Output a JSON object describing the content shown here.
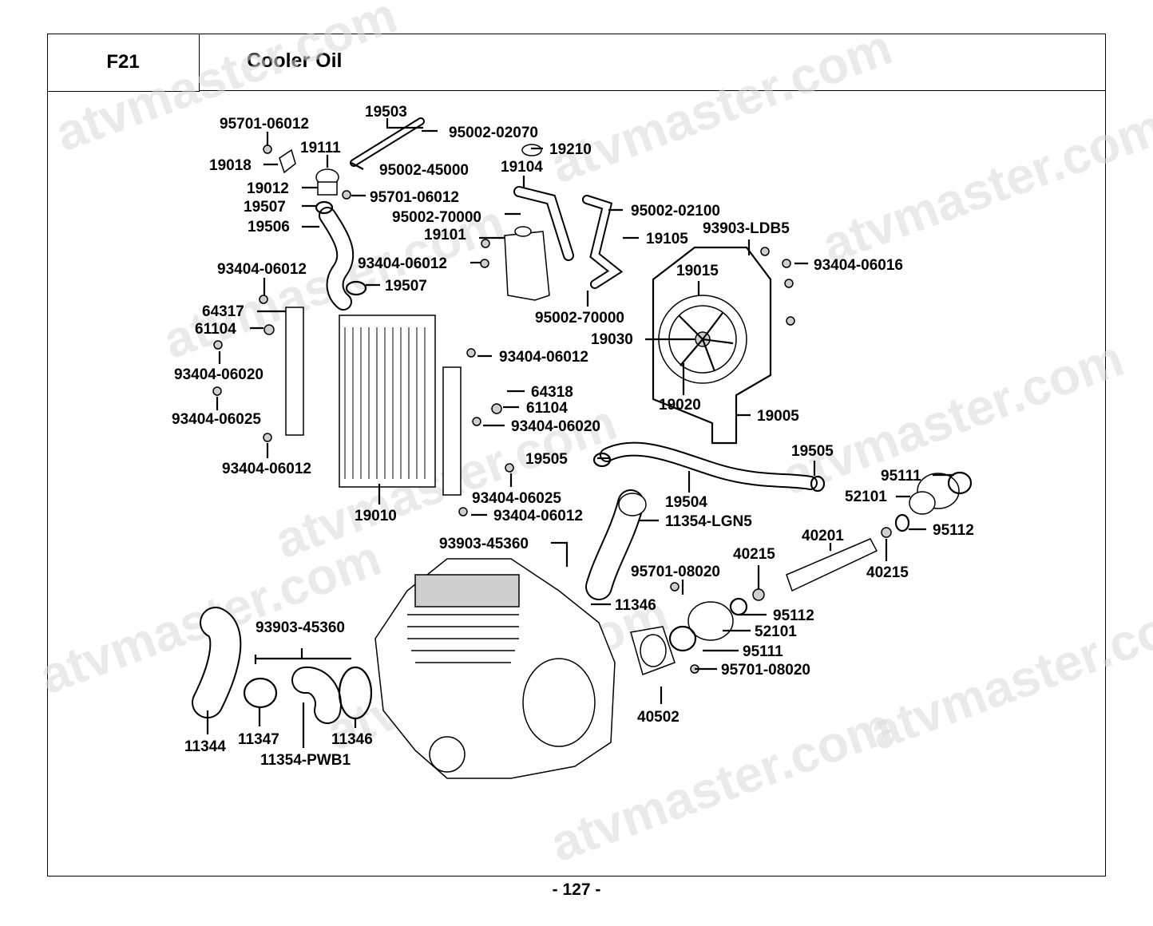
{
  "header": {
    "code": "F21",
    "title": "Cooler Oil"
  },
  "page_number": "- 127 -",
  "watermark": "atvmaster.com",
  "callouts": [
    "95701-06012",
    "19503",
    "95002-02070",
    "19111",
    "19210",
    "19018",
    "95002-45000",
    "19104",
    "19012",
    "95701-06012",
    "19507",
    "95002-02100",
    "95002-70000",
    "19506",
    "19101",
    "19105",
    "93903-LDB5",
    "93404-06012",
    "93404-06012",
    "93404-06016",
    "19015",
    "19507",
    "64317",
    "95002-70000",
    "61104",
    "19030",
    "93404-06012",
    "93404-06020",
    "64318",
    "61104",
    "93404-06025",
    "93404-06020",
    "19020",
    "19005",
    "93404-06012",
    "19505",
    "19505",
    "95111",
    "93404-06025",
    "19504",
    "52101",
    "93404-06012",
    "19010",
    "11354-LGN5",
    "95112",
    "93903-45360",
    "40201",
    "40215",
    "40215",
    "95701-08020",
    "11346",
    "93903-45360",
    "95112",
    "52101",
    "95111",
    "95701-08020",
    "40502",
    "11346",
    "11347",
    "11344",
    "11354-PWB1"
  ]
}
